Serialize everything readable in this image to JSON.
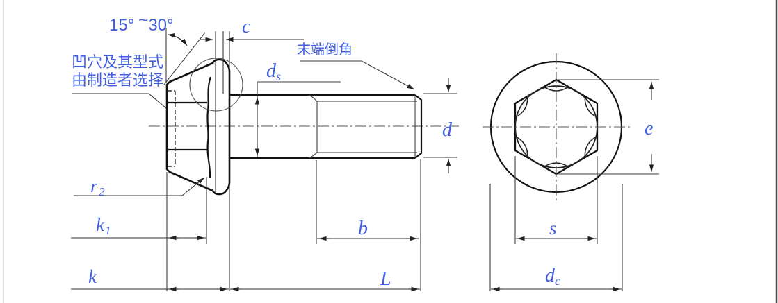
{
  "figure": {
    "description": "Engineering drawing of a hexagon flange bolt: longitudinal side view (left) and head end view (right)"
  },
  "side_view": {
    "angle_label": {
      "min": "15°",
      "tilde": "~",
      "max": "30°"
    },
    "notes": {
      "recess_line1": "凹穴及其型式",
      "recess_line2": "由制造者选择",
      "end_chamfer": "末端倒角"
    },
    "dims": {
      "c": "c",
      "ds_main": "d",
      "ds_sub": "s",
      "d": "d",
      "r2_main": "r",
      "r2_sub": "2",
      "k1_main": "k",
      "k1_sub": "1",
      "k": "k",
      "b": "b",
      "L": "L"
    }
  },
  "end_view": {
    "dims": {
      "e": "e",
      "s": "s",
      "dc_main": "d",
      "dc_sub": "c"
    }
  },
  "colors": {
    "label_blue": "#415ee0",
    "line_dark": "#1a1a1a",
    "line_medium": "#3c3c3c"
  }
}
